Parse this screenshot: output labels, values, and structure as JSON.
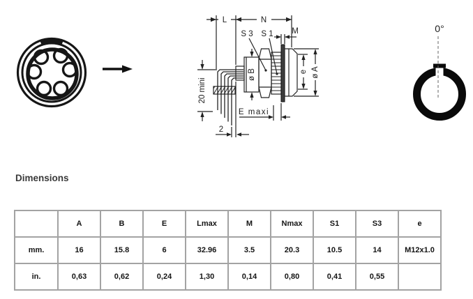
{
  "title": "Dimensions",
  "figure": {
    "labels": {
      "L": "L",
      "N": "N",
      "S3": "S 3",
      "S1": "S 1",
      "M": "M",
      "dia_B": "ø B",
      "e": "e",
      "dia_A": "ø A",
      "E_maxi": "E maxi",
      "mini_20": "20 mini",
      "two": "2"
    },
    "orientation_angle": "0°"
  },
  "table": {
    "headers": [
      "",
      "A",
      "B",
      "E",
      "Lmax",
      "M",
      "Nmax",
      "S1",
      "S3",
      "e"
    ],
    "rows": [
      {
        "label": "mm.",
        "values": [
          "16",
          "15.8",
          "6",
          "32.96",
          "3.5",
          "20.3",
          "10.5",
          "14",
          "M12x1.0"
        ]
      },
      {
        "label": "in.",
        "values": [
          "0,63",
          "0,62",
          "0,24",
          "1,30",
          "0,14",
          "0,80",
          "0,41",
          "0,55",
          ""
        ]
      }
    ]
  }
}
